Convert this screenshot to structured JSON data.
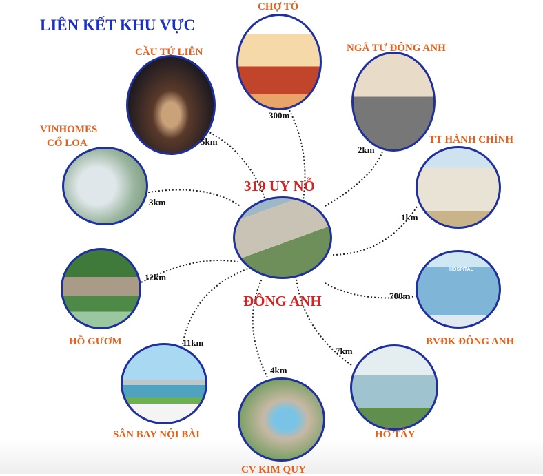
{
  "title": "LIÊN KẾT KHU VỰC",
  "center": {
    "line1": "319 UY NỖ",
    "line2": "ĐÔNG ANH"
  },
  "locations": [
    {
      "name": "CHỢ TÓ",
      "distance": "300m"
    },
    {
      "name": "CẦU TỨ LIÊN",
      "distance": "5km"
    },
    {
      "name": "NGÃ TƯ ĐÔNG ANH",
      "distance": "2km"
    },
    {
      "name_line1": "VINHOMES",
      "name_line2": "CỔ LOA",
      "distance": "3km"
    },
    {
      "name": "TT HÀNH CHÍNH",
      "distance": "1km"
    },
    {
      "name": "HỒ GƯƠM",
      "distance": "12km"
    },
    {
      "name": "BVĐK ĐÔNG ANH",
      "distance": "700m"
    },
    {
      "name": "SÂN BAY NỘI BÀI",
      "distance": "11km"
    },
    {
      "name": "CV KIM QUY",
      "distance": "4km"
    },
    {
      "name": "HỒ TÂY",
      "distance": "7km"
    }
  ],
  "hospital_sign": "HOSPITAL"
}
